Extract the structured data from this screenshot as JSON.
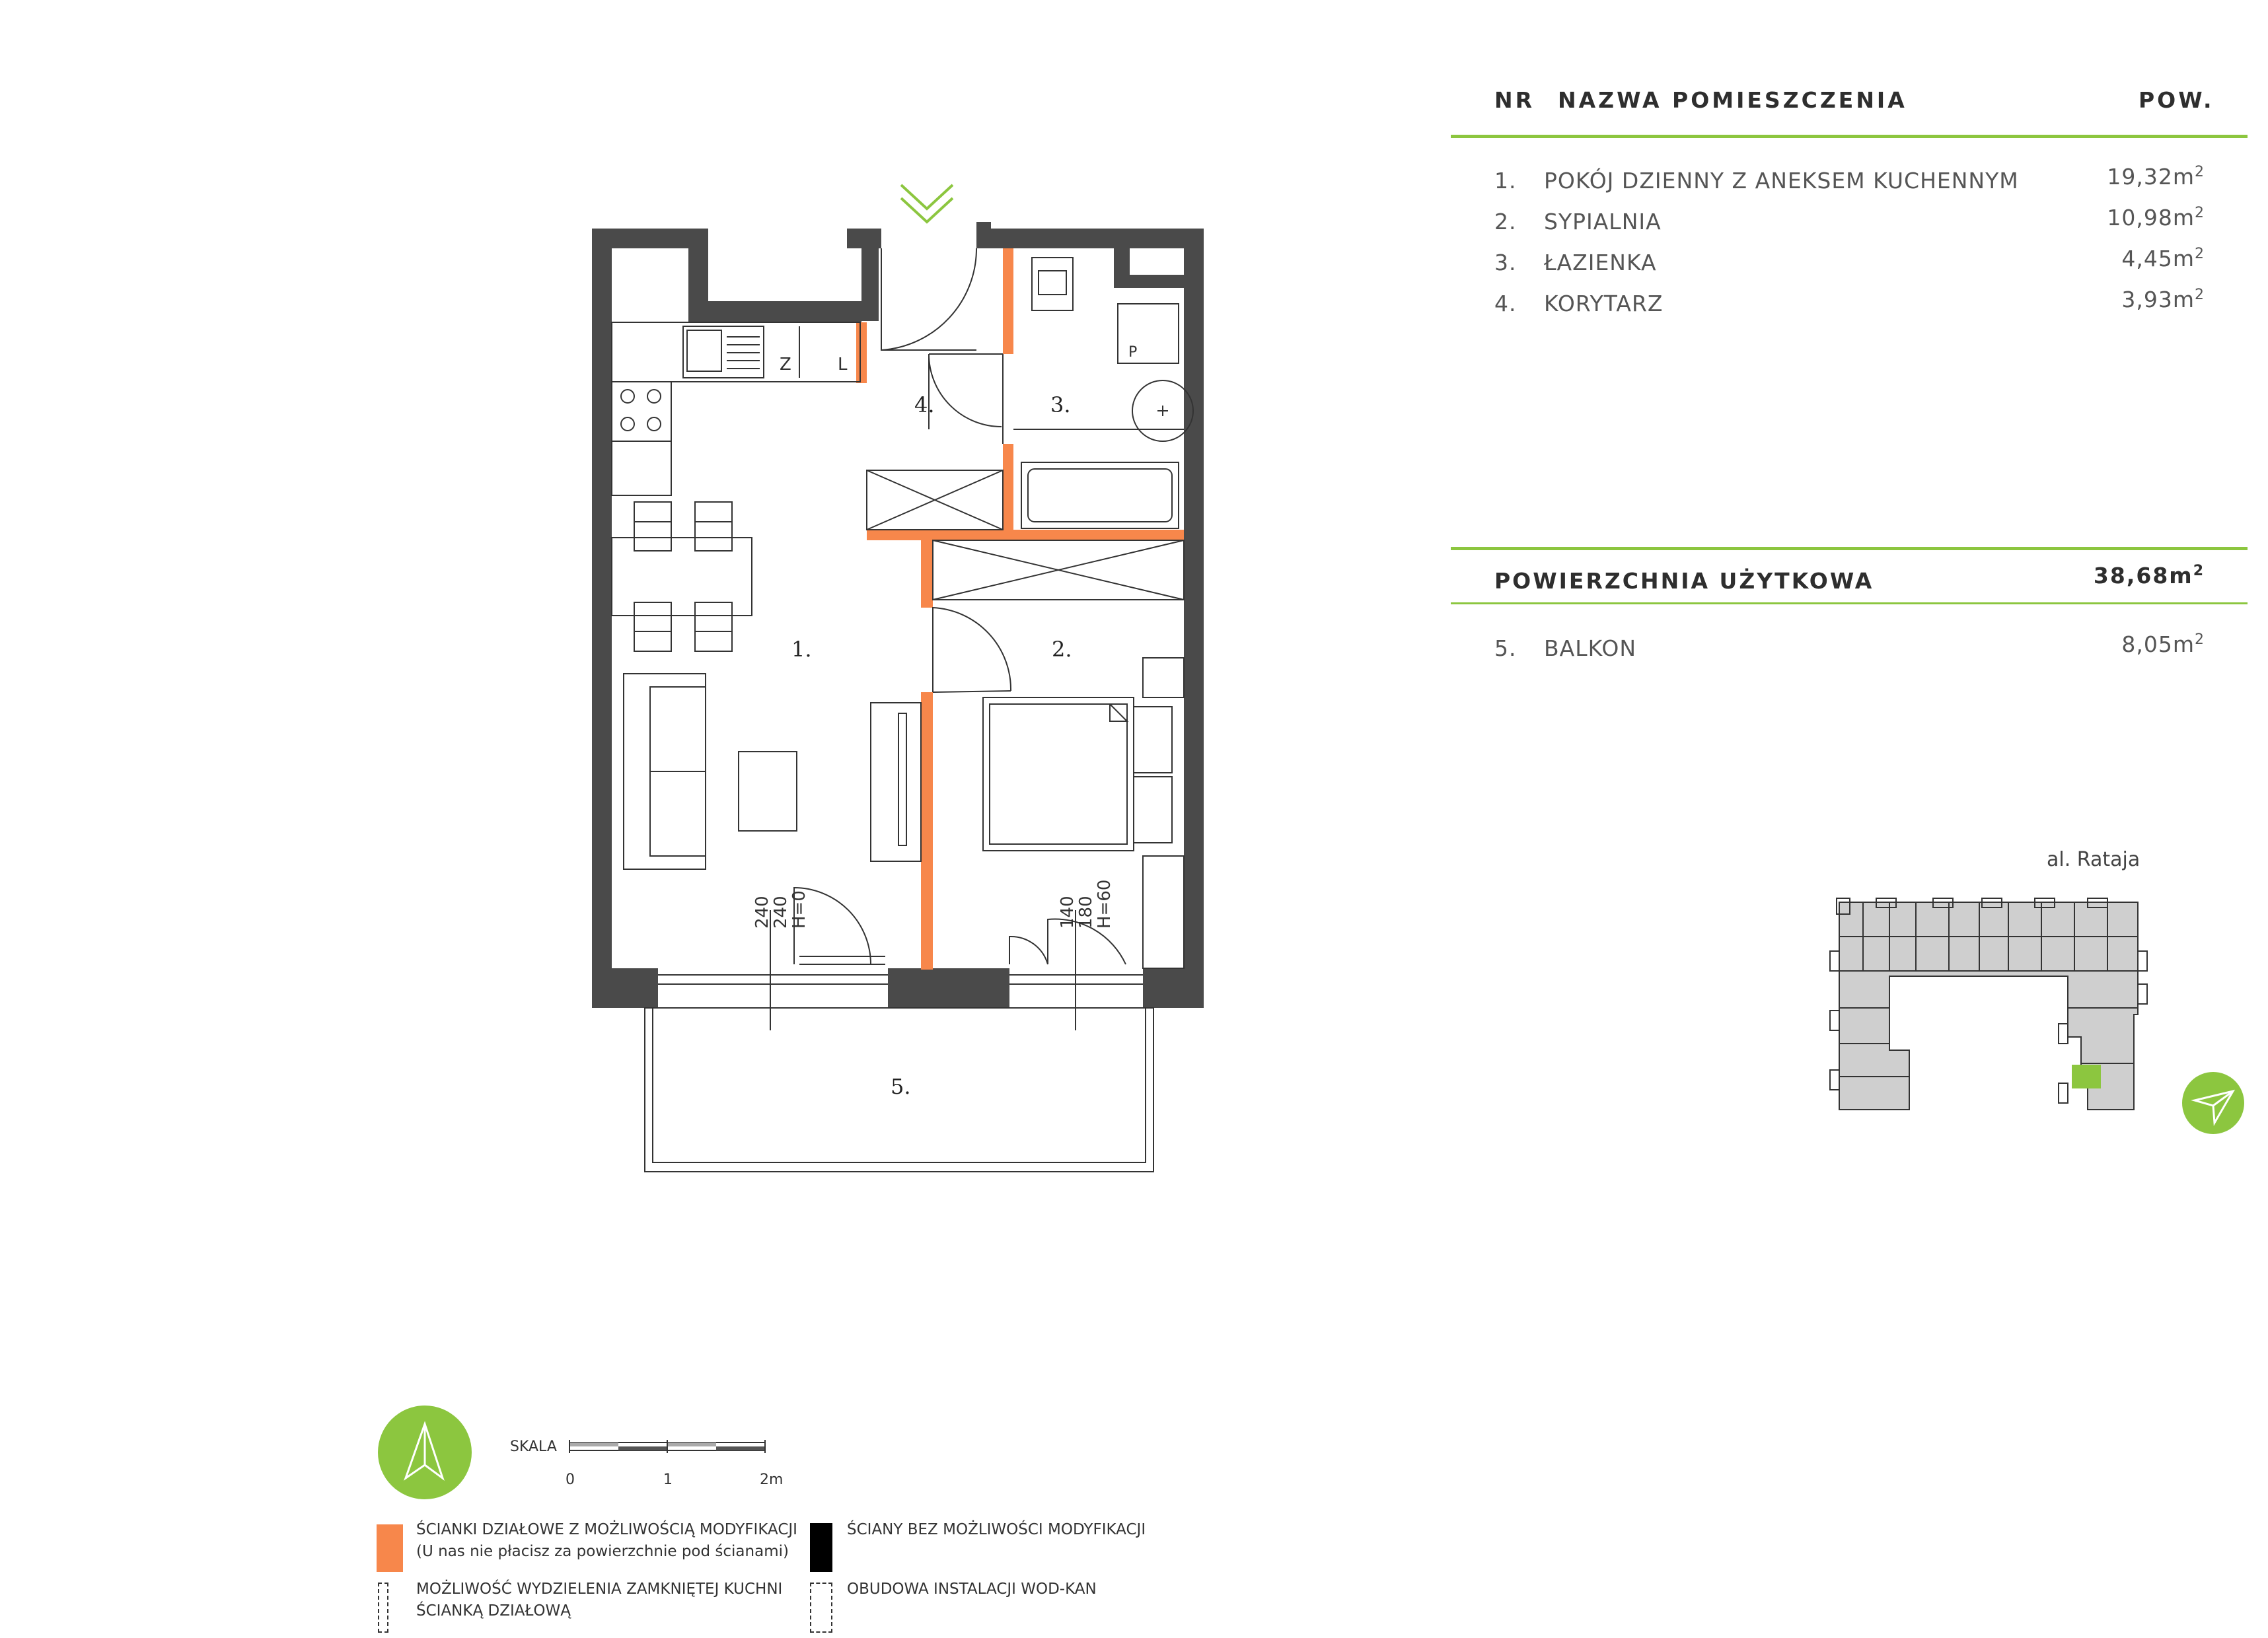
{
  "colors": {
    "accent_green": "#8cc63f",
    "modifiable_wall": "#f7874b",
    "fixed_wall": "#4a4a4a"
  },
  "table": {
    "col_nr": "NR",
    "col_name": "NAZWA POMIESZCZENIA",
    "col_area": "POW.",
    "rooms": [
      {
        "nr": "1.",
        "name": "POKÓJ DZIENNY Z ANEKSEM KUCHENNYM",
        "area": "19,32m"
      },
      {
        "nr": "2.",
        "name": "SYPIALNIA",
        "area": "10,98m"
      },
      {
        "nr": "3.",
        "name": "ŁAZIENKA",
        "area": "4,45m"
      },
      {
        "nr": "4.",
        "name": "KORYTARZ",
        "area": "3,93m"
      }
    ],
    "area_unit_sup": "2",
    "usable_label": "POWIERZCHNIA UŻYTKOWA",
    "usable_value": "38,68m",
    "extra": [
      {
        "nr": "5.",
        "name": "BALKON",
        "area": "8,05m"
      }
    ]
  },
  "plan": {
    "room_labels": [
      "1.",
      "2.",
      "3.",
      "4.",
      "5."
    ],
    "window_1": [
      "240",
      "240",
      "H=0"
    ],
    "window_2": [
      "140",
      "180",
      "H=60"
    ],
    "sink_letters": [
      "Z",
      "L"
    ],
    "washer_letter": "P"
  },
  "site_map": {
    "street": "al. Rataja",
    "compass_icon": "compass-arrow-icon"
  },
  "scale": {
    "label": "SKALA",
    "ticks": [
      "0",
      "1",
      "2m"
    ]
  },
  "legend": {
    "modifiable": [
      "ŚCIANKI DZIAŁOWE Z MOŻLIWOŚCIĄ MODYFIKACJI",
      "(U nas nie płacisz za powierzchnie pod ścianami)"
    ],
    "fixed": "ŚCIANY BEZ MOŻLIWOŚCI MODYFIKACJI",
    "kitchen": [
      "MOŻLIWOŚĆ WYDZIELENIA ZAMKNIĘTEJ KUCHNI",
      "ŚCIANKĄ DZIAŁOWĄ"
    ],
    "installation": "OBUDOWA INSTALACJI WOD-KAN"
  }
}
